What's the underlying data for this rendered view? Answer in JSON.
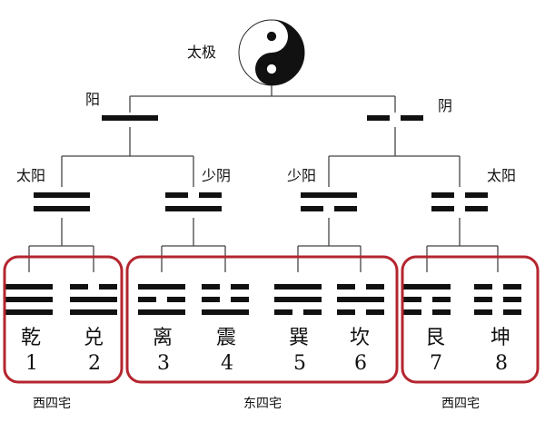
{
  "root": {
    "label": "太极",
    "symbol": "taiji-icon"
  },
  "level1": [
    {
      "label": "阳",
      "lines": [
        1
      ]
    },
    {
      "label": "阴",
      "lines": [
        0
      ]
    }
  ],
  "level2": [
    {
      "label": "太阳",
      "lines": [
        1,
        1
      ]
    },
    {
      "label": "少阴",
      "lines": [
        0,
        1
      ]
    },
    {
      "label": "少阳",
      "lines": [
        1,
        0
      ]
    },
    {
      "label": "太阳",
      "lines": [
        0,
        0
      ]
    }
  ],
  "trigrams": [
    {
      "name": "乾",
      "number": "1",
      "lines": [
        1,
        1,
        1
      ]
    },
    {
      "name": "兑",
      "number": "2",
      "lines": [
        0,
        1,
        1
      ]
    },
    {
      "name": "离",
      "number": "3",
      "lines": [
        1,
        0,
        1
      ]
    },
    {
      "name": "震",
      "number": "4",
      "lines": [
        0,
        0,
        1
      ]
    },
    {
      "name": "巽",
      "number": "5",
      "lines": [
        1,
        1,
        0
      ]
    },
    {
      "name": "坎",
      "number": "6",
      "lines": [
        0,
        1,
        0
      ]
    },
    {
      "name": "艮",
      "number": "7",
      "lines": [
        1,
        0,
        0
      ]
    },
    {
      "name": "坤",
      "number": "8",
      "lines": [
        0,
        0,
        0
      ]
    }
  ],
  "groups": [
    {
      "label": "西四宅",
      "members": [
        1,
        2
      ]
    },
    {
      "label": "东四宅",
      "members": [
        3,
        4,
        5,
        6
      ]
    },
    {
      "label": "西四宅",
      "members": [
        7,
        8
      ]
    }
  ],
  "colors": {
    "lines": "#111111",
    "group_border": "#b5252f"
  }
}
